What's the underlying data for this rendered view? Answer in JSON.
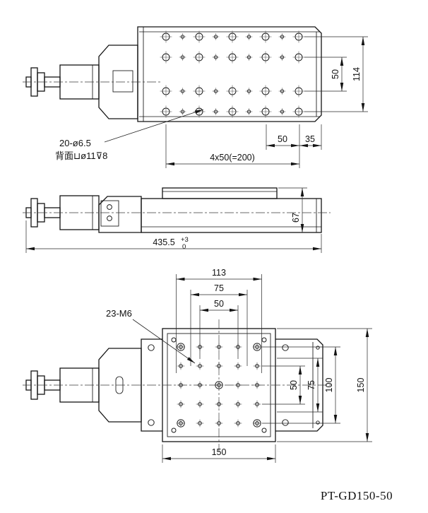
{
  "drawing_title": "PT-GD150-50",
  "top_view": {
    "hole_callout": "20-ø6.5",
    "back_callout": "背面⊔ø11⊽8",
    "dim_row_pitch": "50",
    "dim_row_span": "114",
    "dim_col_pitch": "50",
    "dim_end_offset": "35",
    "dim_col_span": "4x50(=200)"
  },
  "side_view": {
    "dim_height": "67",
    "dim_length": "435.5",
    "dim_length_tol_upper": "+3",
    "dim_length_tol_lower": "0"
  },
  "bottom_view": {
    "hole_callout": "23-M6",
    "dim_113": "113",
    "dim_75_top": "75",
    "dim_50_top": "50",
    "dim_50_right": "50",
    "dim_75_right": "75",
    "dim_100_right": "100",
    "dim_150_right": "150",
    "dim_150_bottom": "150"
  }
}
